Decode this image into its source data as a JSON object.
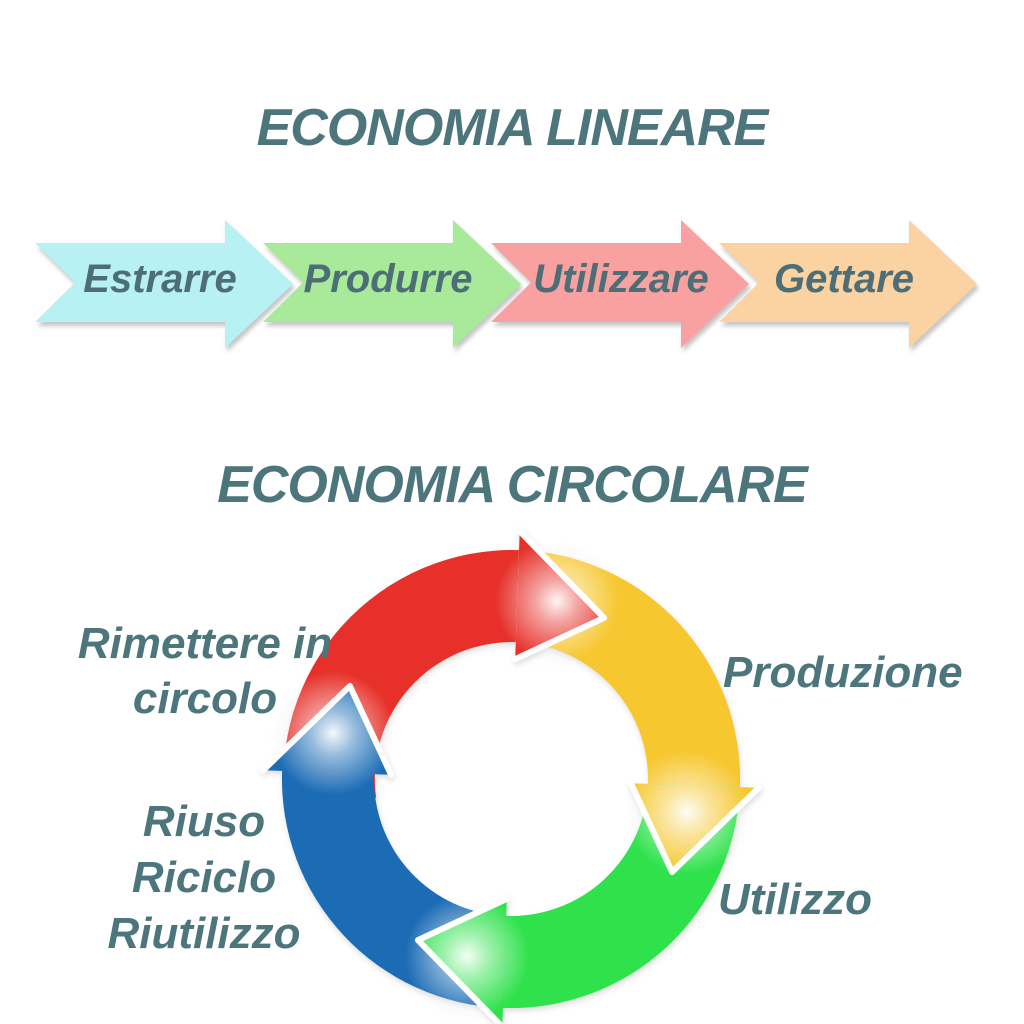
{
  "colors": {
    "text_slate": "#4D757C",
    "background": "#FFFFFF"
  },
  "linear_economy": {
    "title": "ECONOMIA LINEARE",
    "steps": [
      {
        "label": "Estrarre",
        "color": "#B7F1F4"
      },
      {
        "label": "Produrre",
        "color": "#A8EA9A"
      },
      {
        "label": "Utilizzare",
        "color": "#F8A1A0"
      },
      {
        "label": "Gettare",
        "color": "#FBD2A2"
      }
    ]
  },
  "circular_economy": {
    "title": "ECONOMIA CIRCOLARE",
    "segments": [
      {
        "name": "rimettere-in-circolo",
        "color": "#E63029",
        "position": "top-left",
        "label_lines": [
          "Rimettere in",
          "circolo"
        ]
      },
      {
        "name": "produzione",
        "color": "#F6C72F",
        "position": "right",
        "label_lines": [
          "Produzione"
        ]
      },
      {
        "name": "utilizzo",
        "color": "#2FE24C",
        "position": "bottom-right",
        "label_lines": [
          "Utilizzo"
        ]
      },
      {
        "name": "riuso-riciclo-riutilizzo",
        "color": "#1B6CB5",
        "position": "left",
        "label_lines": [
          "Riuso",
          "Riciclo",
          "Riutilizzo"
        ]
      }
    ]
  }
}
